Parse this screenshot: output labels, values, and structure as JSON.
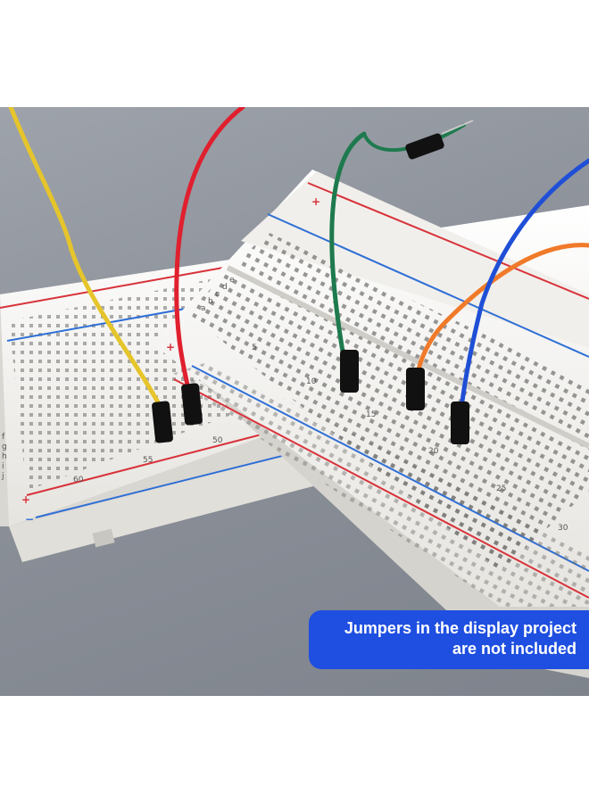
{
  "notice": {
    "line1": "Jumpers in the display project",
    "line2": "are not included"
  },
  "board_labels": {
    "rows_back": [
      "f",
      "g",
      "h",
      "i",
      "j"
    ],
    "rows_front": [
      "a",
      "b",
      "c",
      "d",
      "e"
    ],
    "numbers_back": [
      "60",
      "55",
      "50"
    ],
    "numbers_front": [
      "5",
      "10",
      "15",
      "20",
      "25",
      "30"
    ],
    "plus": "+",
    "minus": "−"
  },
  "colors": {
    "background": "#8e939b",
    "board": "#f4f3ef",
    "rail_red": "#d8323a",
    "rail_blue": "#2f6fd6",
    "wire_yellow": "#e6c52b",
    "wire_red": "#e0202e",
    "wire_green": "#1e7a4e",
    "wire_orange": "#f07a2a",
    "wire_blue": "#1f4fd6",
    "notice_bg": "#1f4fe0"
  }
}
